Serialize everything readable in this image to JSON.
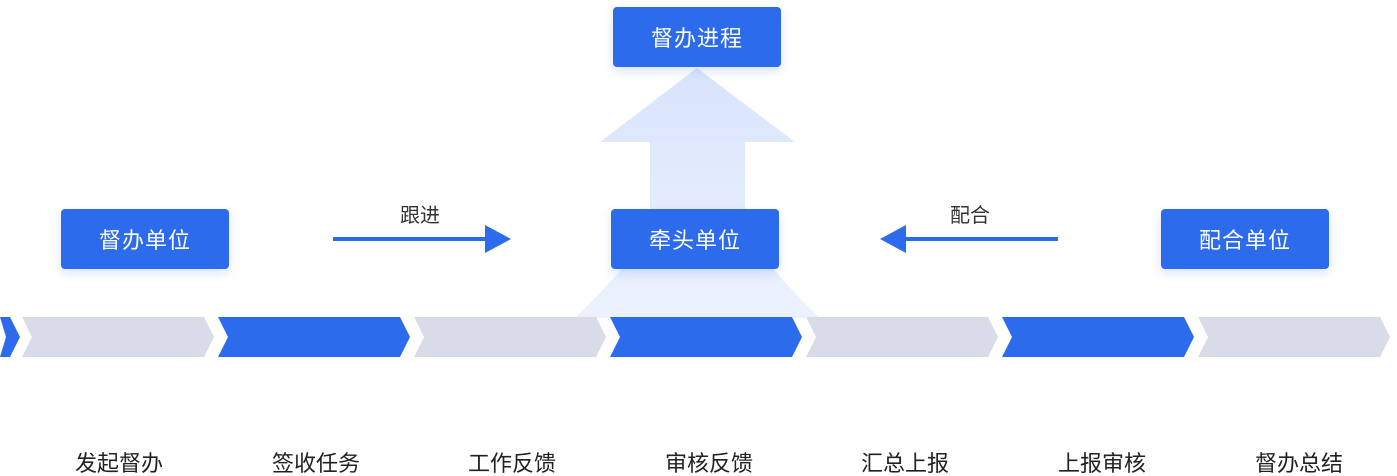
{
  "top_box": {
    "label": "督办进程"
  },
  "units": {
    "supervising": "督办单位",
    "leading": "牵头单位",
    "cooperating": "配合单位"
  },
  "flows": {
    "follow": "跟进",
    "cooperate": "配合"
  },
  "steps": [
    {
      "label": "发起督办",
      "state": "inactive"
    },
    {
      "label": "签收任务",
      "state": "active"
    },
    {
      "label": "工作反馈",
      "state": "inactive"
    },
    {
      "label": "审核反馈",
      "state": "active"
    },
    {
      "label": "汇总上报",
      "state": "inactive"
    },
    {
      "label": "上报审核",
      "state": "active"
    },
    {
      "label": "督办总结",
      "state": "inactive"
    }
  ],
  "colors": {
    "primary": "#2d6bed",
    "inactive": "#d7dce8",
    "glow": "#dbe6fb"
  }
}
